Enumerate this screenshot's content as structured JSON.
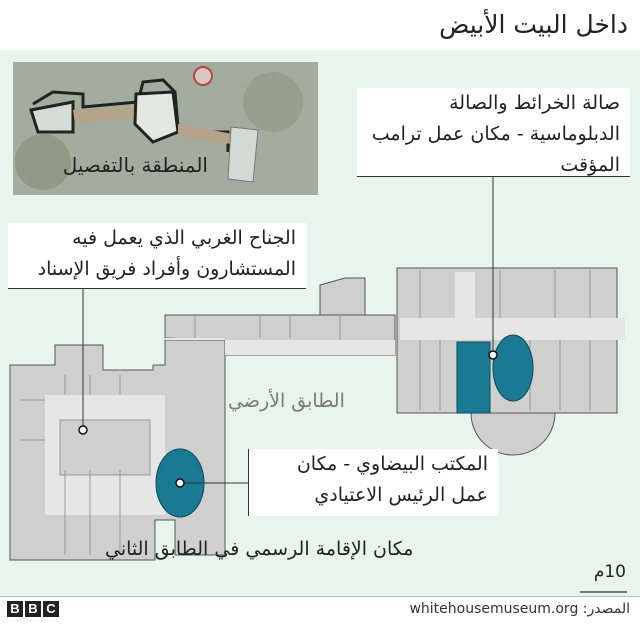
{
  "title": "داخل البيت الأبيض",
  "inset": {
    "label": "المنطقة بالتفصيل"
  },
  "callouts": {
    "map_room": "صالة الخرائط والصالة الدبلوماسية - مكان عمل ترامب المؤقت",
    "west_wing": "الجناح الغربي الذي يعمل فيه المستشارون وأفراد فريق الإسناد",
    "oval_office": "المكتب البيضاوي - مكان عمل الرئيس الاعتيادي"
  },
  "floor_label": "الطابق الأرضي",
  "residence_note": "مكان الإقامة الرسمي في الطابق الثاني",
  "scale": "10م",
  "footer": {
    "brand": [
      "B",
      "B",
      "C"
    ],
    "source": "المصدر: whitehousemuseum.org"
  },
  "colors": {
    "highlight": "#1a7a94",
    "building": "#cfcfcf",
    "corridor": "#e6e6e6",
    "background": "#e8f5ee"
  }
}
